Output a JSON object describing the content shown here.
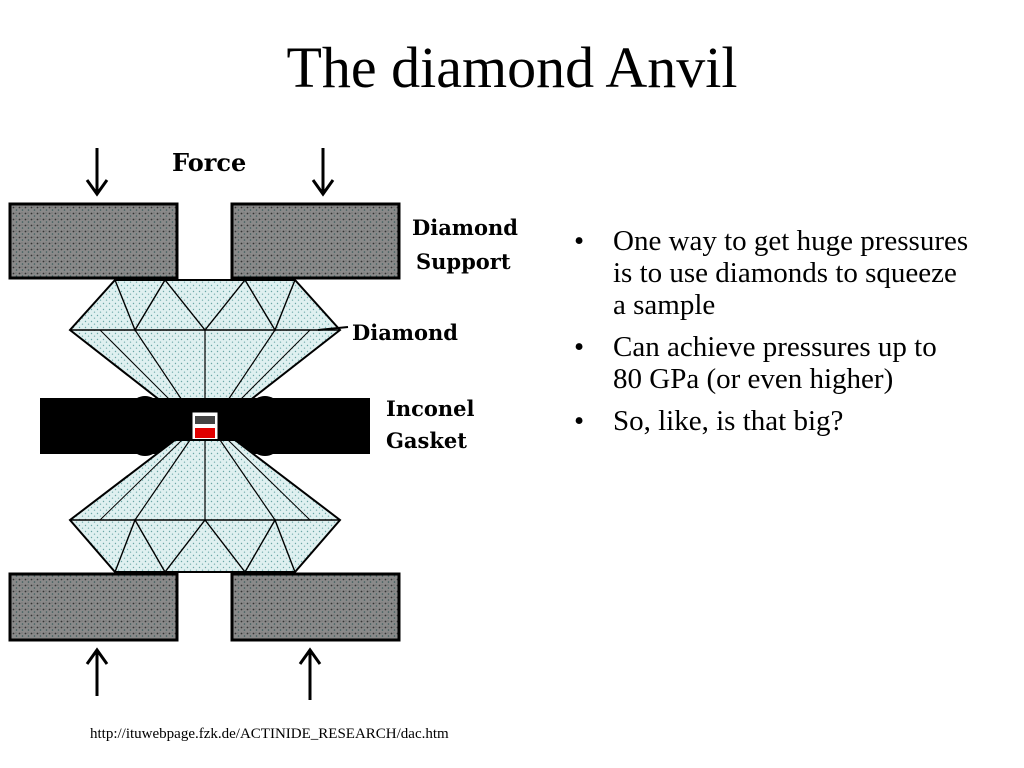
{
  "slide": {
    "title": "The diamond Anvil",
    "bullets": [
      "One way to get huge pressures  is to use diamonds to squeeze a sample",
      "Can achieve pressures up to 80 GPa (or even higher)",
      "So, like, is that big?"
    ],
    "bullet_symbol": "•",
    "source": "http://ituwebpage.fzk.de/ACTINIDE_RESEARCH/dac.htm"
  },
  "figure": {
    "labels": {
      "force": "Force",
      "diamond_support_line1": "Diamond",
      "diamond_support_line2": "Support",
      "diamond": "Diamond",
      "gasket_line1": "Inconel",
      "gasket_line2": "Gasket"
    },
    "colors": {
      "support_fill": "#7a7a7a",
      "diamond_fill": "#d6ecec",
      "gasket_fill": "#000000",
      "sample_red": "#e00000"
    },
    "icons": [
      "arrow-down-icon",
      "arrow-up-icon"
    ]
  }
}
